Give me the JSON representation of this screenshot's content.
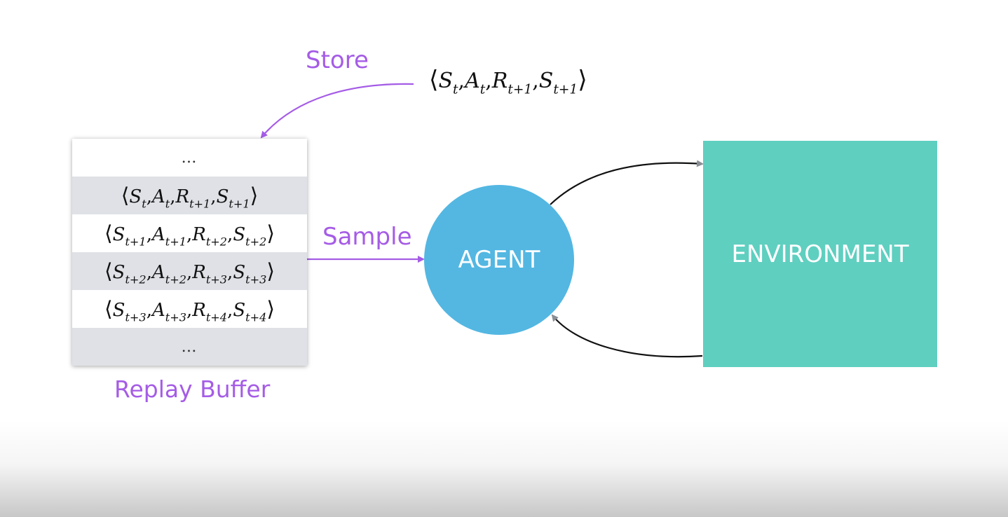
{
  "labels": {
    "store": "Store",
    "sample": "Sample",
    "replay_buffer": "Replay Buffer",
    "agent": "AGENT",
    "environment": "ENVIRONMENT",
    "ellipsis": "…"
  },
  "colors": {
    "accent_purple": "#a55ce6",
    "agent_blue": "#53b7e2",
    "environment_teal": "#5fcfc0",
    "row_gray": "#dfe1e6"
  },
  "experience_tuple": {
    "state": "S",
    "state_sub": "t",
    "action": "A",
    "action_sub": "t",
    "reward": "R",
    "reward_sub": "t+1",
    "next_state": "S",
    "next_state_sub": "t+1"
  },
  "buffer_rows": [
    {
      "type": "ellipsis"
    },
    {
      "type": "tuple",
      "s": "S",
      "s_sub": "t",
      "a": "A",
      "a_sub": "t",
      "r": "R",
      "r_sub": "t+1",
      "s2": "S",
      "s2_sub": "t+1"
    },
    {
      "type": "tuple",
      "s": "S",
      "s_sub": "t+1",
      "a": "A",
      "a_sub": "t+1",
      "r": "R",
      "r_sub": "t+2",
      "s2": "S",
      "s2_sub": "t+2"
    },
    {
      "type": "tuple",
      "s": "S",
      "s_sub": "t+2",
      "a": "A",
      "a_sub": "t+2",
      "r": "R",
      "r_sub": "t+3",
      "s2": "S",
      "s2_sub": "t+3"
    },
    {
      "type": "tuple",
      "s": "S",
      "s_sub": "t+3",
      "a": "A",
      "a_sub": "t+3",
      "r": "R",
      "r_sub": "t+4",
      "s2": "S",
      "s2_sub": "t+4"
    },
    {
      "type": "ellipsis"
    }
  ]
}
